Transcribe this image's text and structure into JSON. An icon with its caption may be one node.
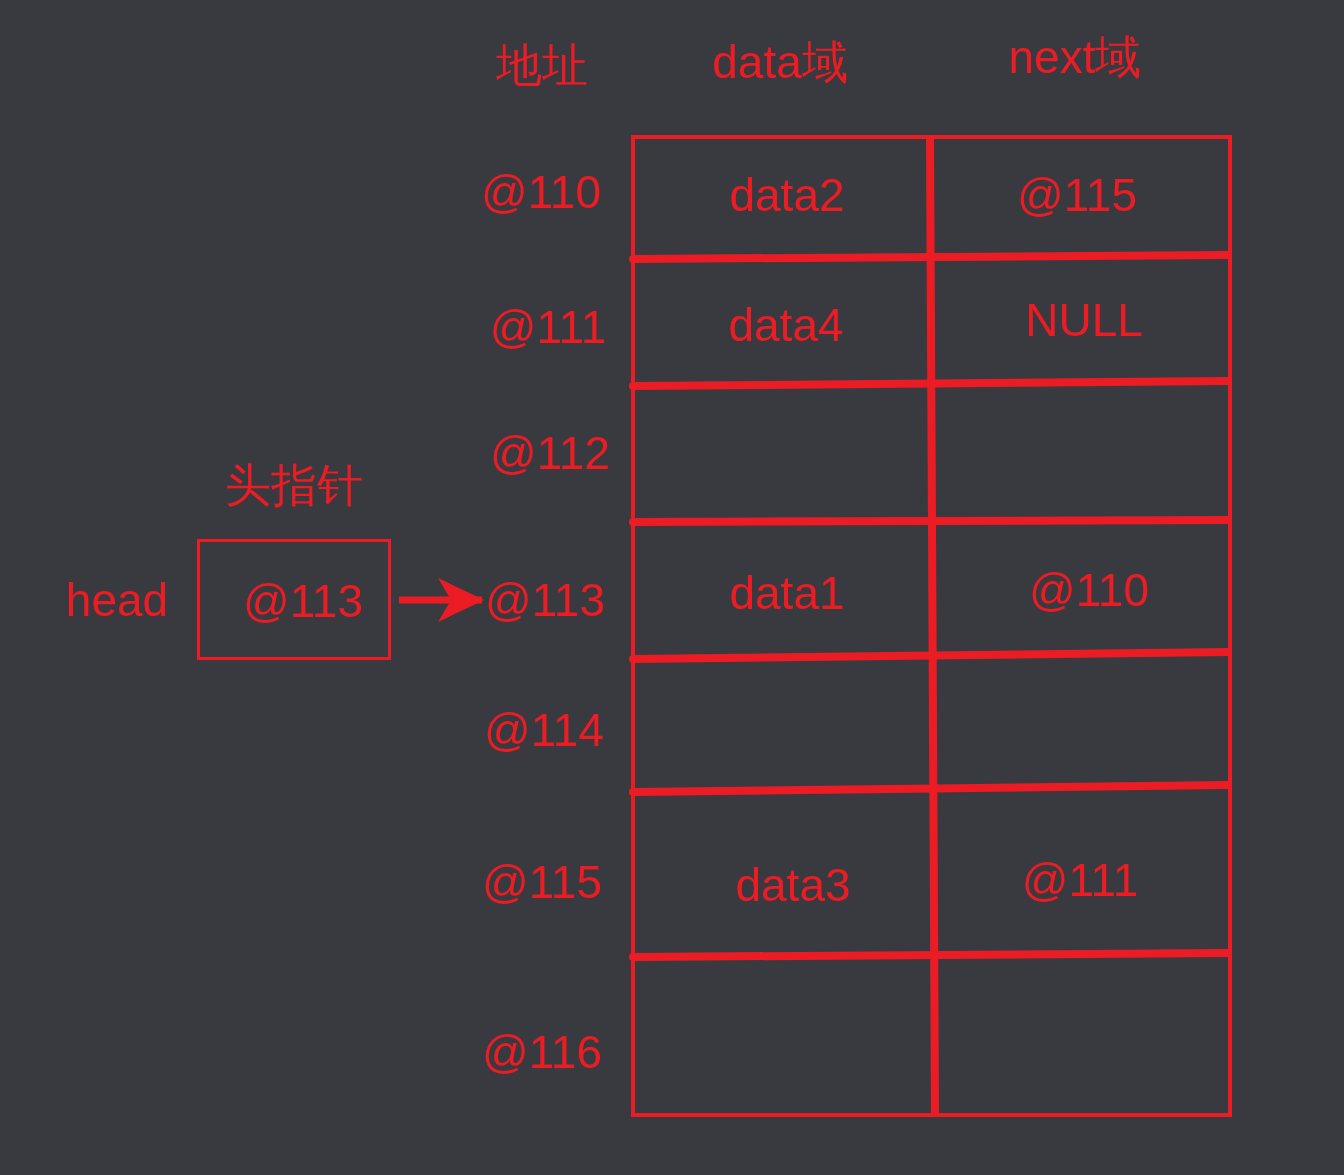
{
  "diagram": {
    "nodes": [
      {
        "text": [
          "头指针",
          "@113"
        ],
        "beside": [
          "head"
        ]
      },
      {
        "text": [
          "@113"
        ]
      }
    ],
    "edges": [
      {
        "from": 0,
        "to": 1,
        "arrow": "to"
      }
    ],
    "labels": [
      "地址",
      "data域",
      "next域",
      "@110",
      "data2",
      "@115",
      "@111",
      "data4",
      "NULL",
      "@112",
      "data1",
      "@110",
      "@114",
      "@115",
      "data3",
      "@111",
      "@116"
    ]
  }
}
